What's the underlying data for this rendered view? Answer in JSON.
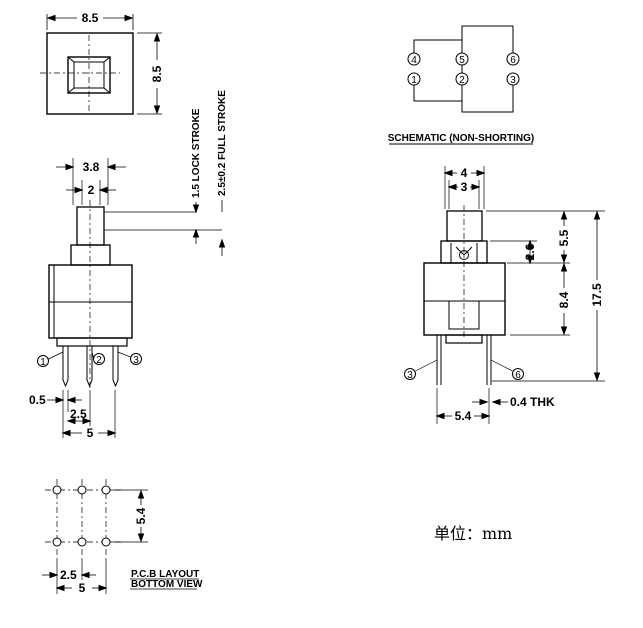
{
  "top_view": {
    "width": "8.5",
    "height": "8.5"
  },
  "side_view": {
    "dim_outer": "3.8",
    "dim_inner": "2",
    "lock_stroke": "1.5 LOCK STROKE",
    "full_stroke": "2.5±0.2 FULL STROKE",
    "pins": [
      "1",
      "2",
      "3"
    ],
    "pin_width": "0.5",
    "pitch": "2.5",
    "span": "5"
  },
  "schematic": {
    "top_pins": [
      "4",
      "5",
      "6"
    ],
    "bottom_pins": [
      "1",
      "2",
      "3"
    ],
    "title": "SCHEMATIC (NON-SHORTING)"
  },
  "front_view": {
    "dim_4": "4",
    "dim_3": "3",
    "dim_2_6": "2.6",
    "dim_5_5": "5.5",
    "dim_8_4": "8.4",
    "dim_17_5": "17.5",
    "pins": [
      "3",
      "6"
    ],
    "dim_5_4": "5.4",
    "thickness": "0.4 THK"
  },
  "pcb_layout": {
    "row_spacing": "5.4",
    "pitch": "2.5",
    "span": "5",
    "label_1": "P.C.B LAYOUT",
    "label_2": "BOTTOM VIEW"
  },
  "unit_label": "单位：mm"
}
